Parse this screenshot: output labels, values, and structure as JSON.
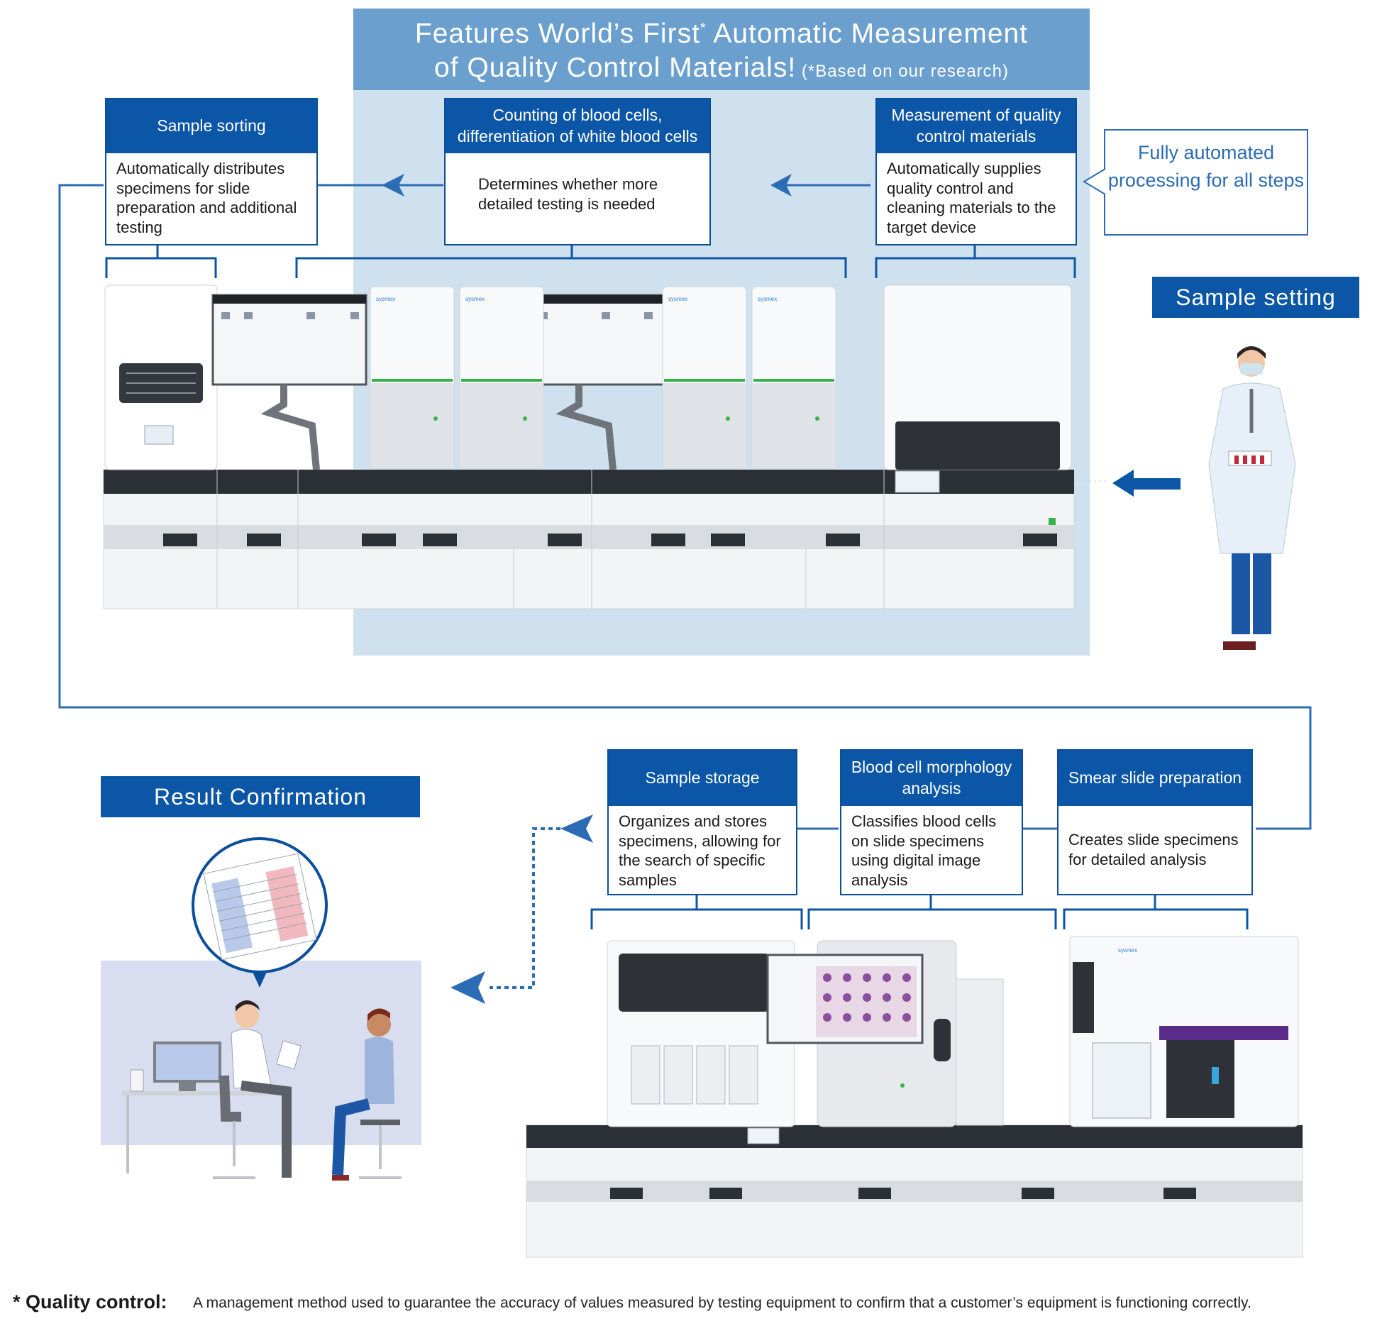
{
  "header": {
    "title_line1": "Features World’s First",
    "title_asterisk": "*",
    "title_line1b": " Automatic Measurement",
    "title_line2": "of Quality Control Materials!",
    "title_note": " (*Based on our research)"
  },
  "steps": {
    "sorting": {
      "title": "Sample sorting",
      "desc": "Automatically distributes specimens for slide preparation and additional testing"
    },
    "counting": {
      "title": "Counting of blood cells, differentiation of white blood cells",
      "desc": "Determines whether more detailed testing is needed"
    },
    "qc": {
      "title": "Measurement of quality control materials",
      "desc": "Automatically supplies quality control and cleaning materials to the target device"
    },
    "storage": {
      "title": "Sample storage",
      "desc": "Organizes and stores specimens, allowing for the search of specific samples"
    },
    "morphology": {
      "title": "Blood cell morphology analysis",
      "desc": "Classifies blood cells on slide specimens using digital image analysis"
    },
    "smear": {
      "title": "Smear slide preparation",
      "desc": "Creates slide specimens for detailed analysis"
    }
  },
  "callout": "Fully automated processing for all steps",
  "banners": {
    "sample_setting": "Sample setting",
    "result_confirmation": "Result Confirmation"
  },
  "devices": {
    "brand_label": "sysmex"
  },
  "footer": {
    "label": "* Quality control:",
    "text": "A management method used to guarantee the accuracy of values measured by testing equipment to confirm that a customer’s equipment is functioning correctly."
  },
  "colors": {
    "primary": "#0b56a6",
    "qc_panel": "#cfe0ee",
    "qc_header": "#6a9fce",
    "arrow": "#2b6cb5"
  }
}
